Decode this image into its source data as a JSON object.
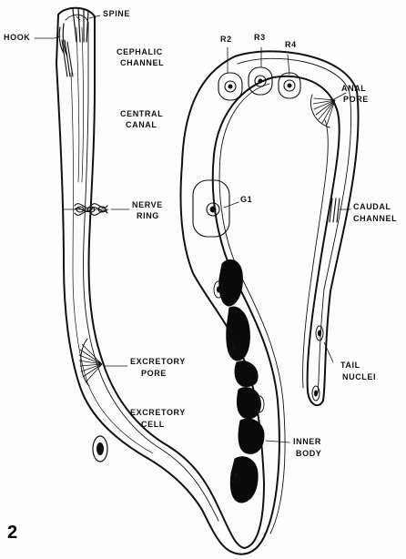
{
  "figure": {
    "number": "2",
    "labels": {
      "hook": "HOOK",
      "spine": "SPINE",
      "cephalic_channel_1": "CEPHALIC",
      "cephalic_channel_2": "CHANNEL",
      "central_canal_1": "CENTRAL",
      "central_canal_2": "CANAL",
      "nerve_ring_1": "NERVE",
      "nerve_ring_2": "RING",
      "excretory_pore_1": "EXCRETORY",
      "excretory_pore_2": "PORE",
      "excretory_cell_1": "EXCRETORY",
      "excretory_cell_2": "CELL",
      "r2": "R2",
      "r3": "R3",
      "r4": "R4",
      "anal_pore_1": "ANAL",
      "anal_pore_2": "PORE",
      "g1": "G1",
      "caudal_channel_1": "CAUDAL",
      "caudal_channel_2": "CHANNEL",
      "tail_nuclei_1": "TAIL",
      "tail_nuclei_2": "NUCLEI",
      "inner_body_1": "INNER",
      "inner_body_2": "BODY"
    }
  },
  "colors": {
    "ink": "#111111",
    "paper": "#fdfdfd",
    "fill_dark": "#0a0a0a"
  }
}
